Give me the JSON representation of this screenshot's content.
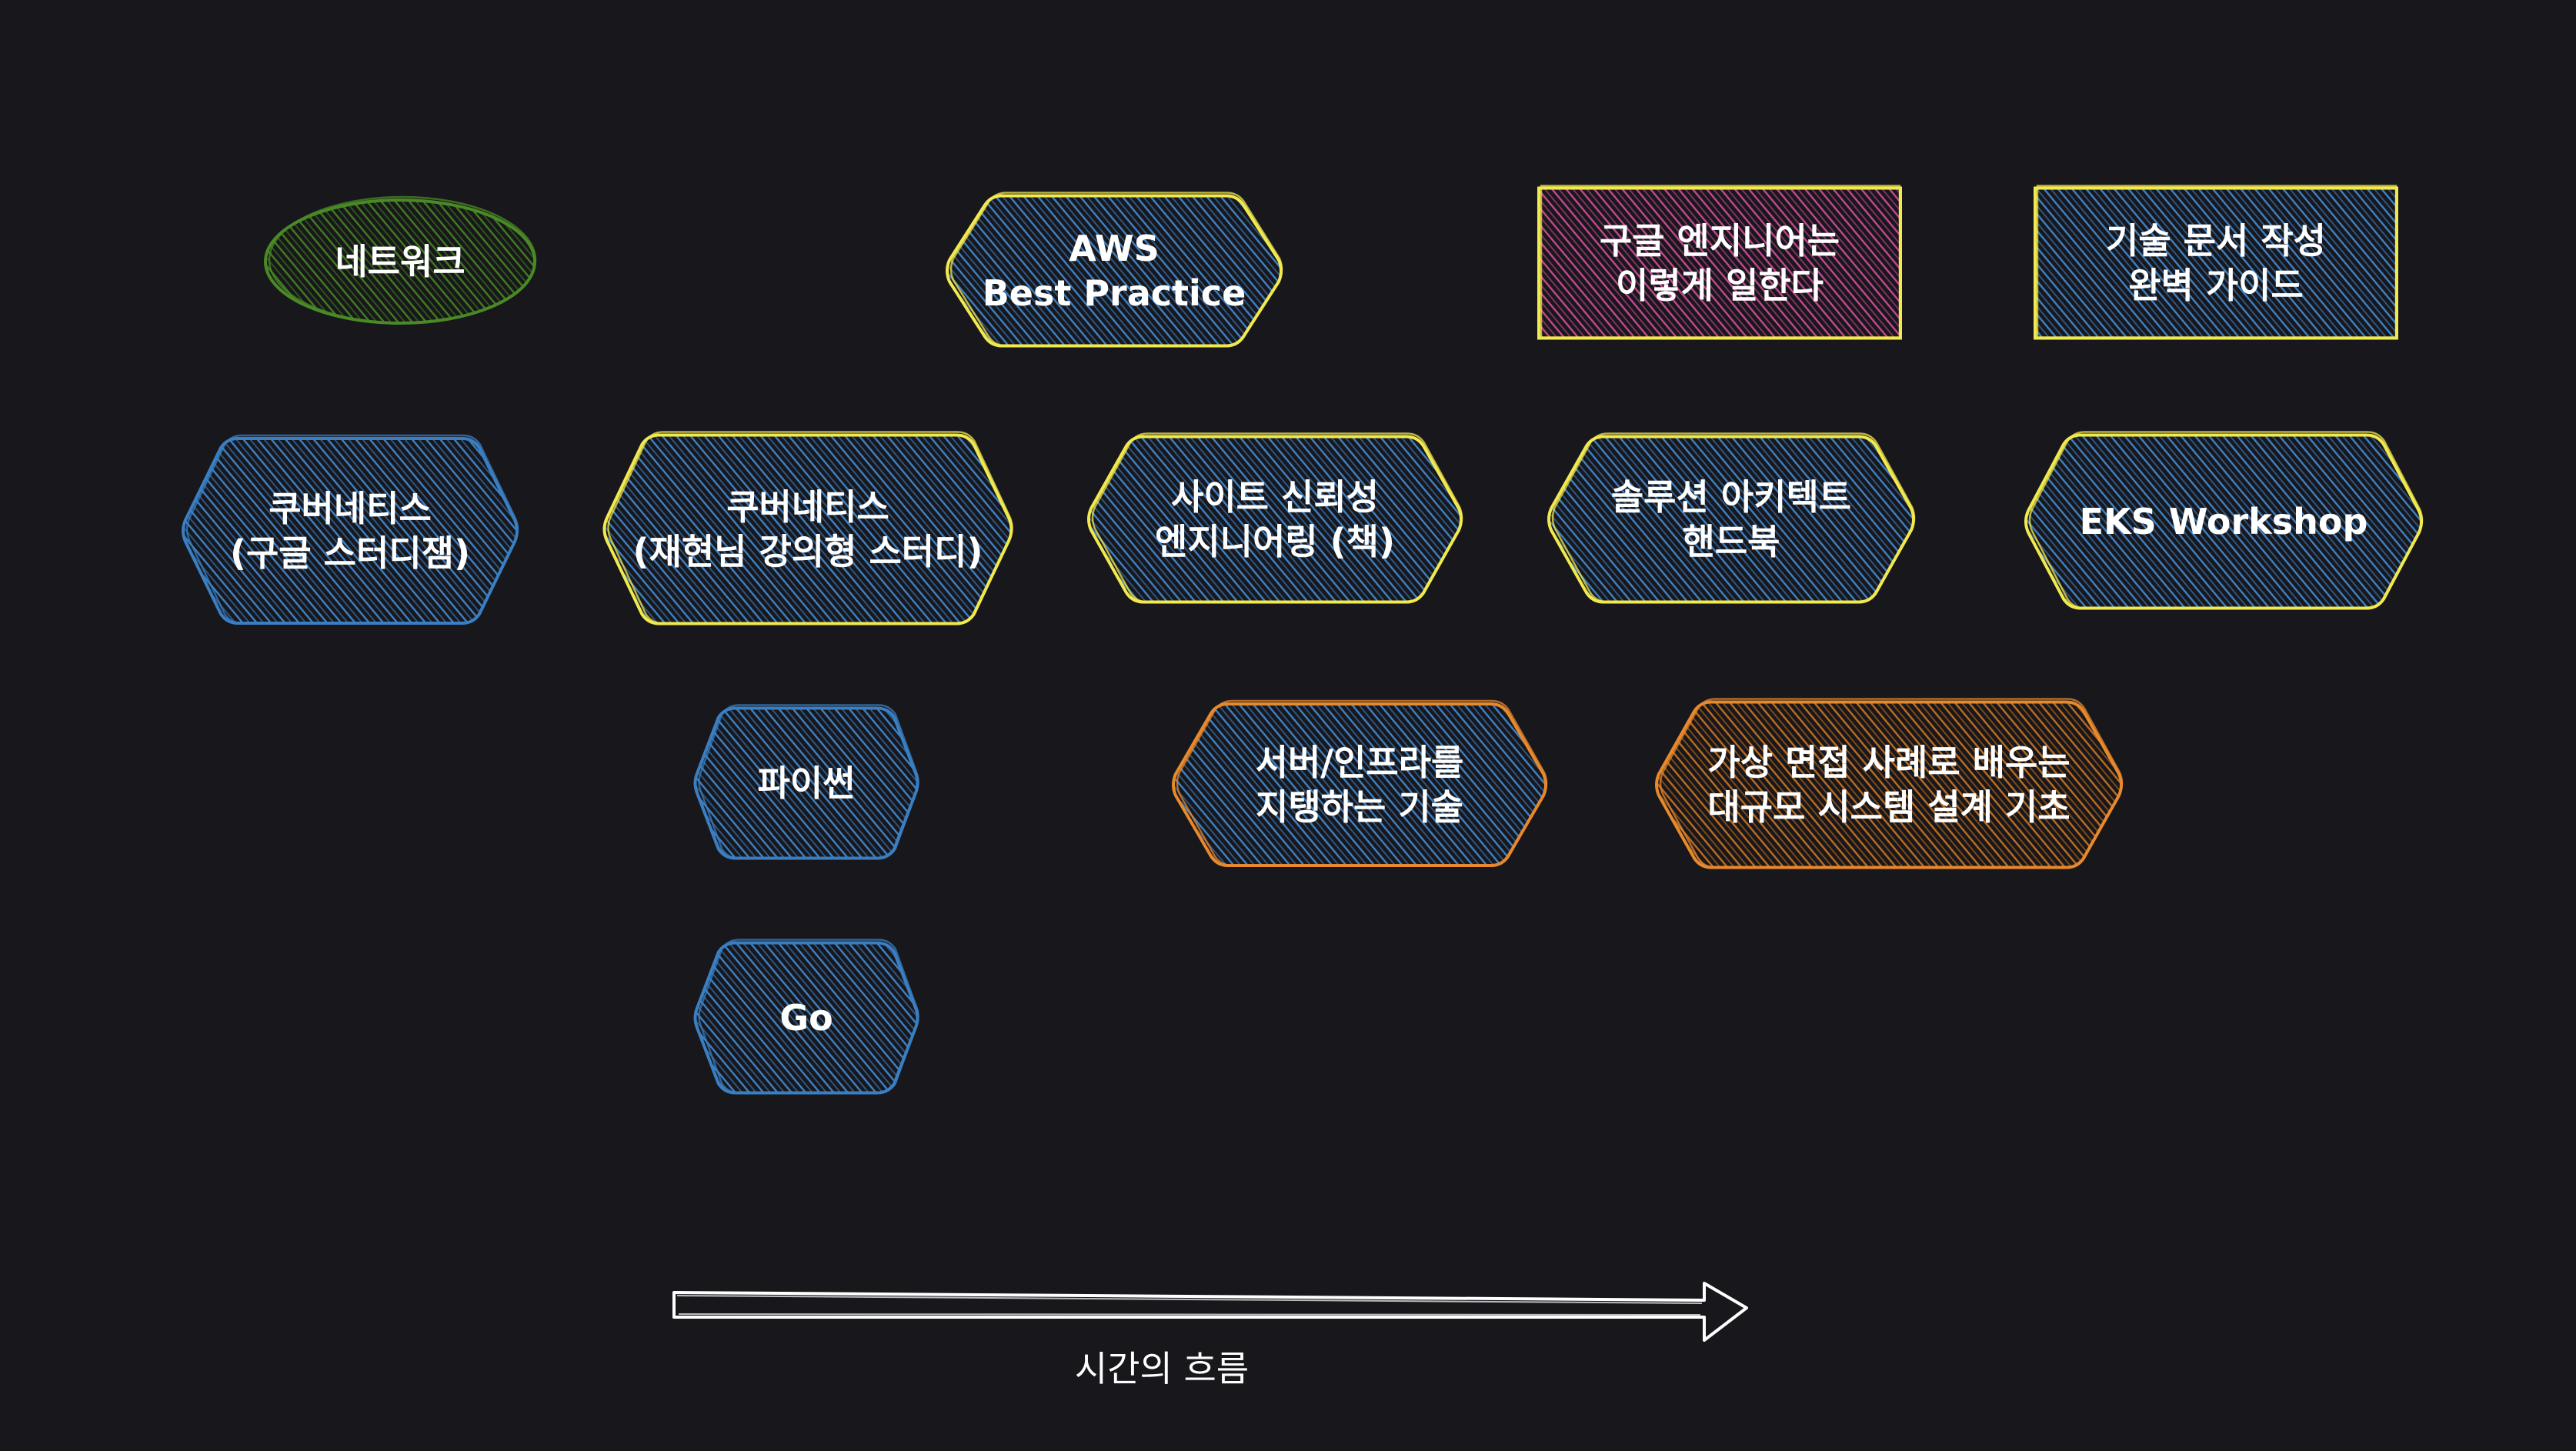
{
  "colors": {
    "background": "#18171c",
    "fill_blue": "#3a7fc2",
    "fill_pink": "#c0458f",
    "fill_green": "#3f7a1f",
    "fill_orange": "#b86a1e",
    "stroke_blue": "#3a7fc2",
    "stroke_yellow": "#f2e94e",
    "stroke_orange": "#e8892c",
    "stroke_green": "#4a8a25",
    "text": "#ffffff",
    "arrow": "#ffffff"
  },
  "nodes": [
    {
      "id": "network",
      "shape": "ellipse",
      "fill": "green",
      "stroke": "green",
      "lines": [
        "네트워크"
      ]
    },
    {
      "id": "aws-best-practice",
      "shape": "hexagon",
      "fill": "blue",
      "stroke": "yellow",
      "lines": [
        "AWS",
        "Best Practice"
      ]
    },
    {
      "id": "google-engineering",
      "shape": "rect",
      "fill": "pink",
      "stroke": "yellow",
      "lines": [
        "구글 엔지니어는",
        "이렇게 일한다"
      ]
    },
    {
      "id": "tech-writing-guide",
      "shape": "rect",
      "fill": "blue",
      "stroke": "yellow",
      "lines": [
        "기술 문서 작성",
        "완벽 가이드"
      ]
    },
    {
      "id": "k8s-google-study",
      "shape": "hexagon",
      "fill": "blue",
      "stroke": "blue",
      "lines": [
        "쿠버네티스",
        "(구글 스터디잼)"
      ]
    },
    {
      "id": "k8s-lecture-study",
      "shape": "hexagon",
      "fill": "blue",
      "stroke": "yellow",
      "lines": [
        "쿠버네티스",
        "(재현님 강의형 스터디)"
      ]
    },
    {
      "id": "sre-book",
      "shape": "hexagon",
      "fill": "blue",
      "stroke": "yellow",
      "lines": [
        "사이트 신뢰성",
        "엔지니어링 (책)"
      ]
    },
    {
      "id": "sa-handbook",
      "shape": "hexagon",
      "fill": "blue",
      "stroke": "yellow",
      "lines": [
        "솔루션 아키텍트",
        "핸드북"
      ]
    },
    {
      "id": "eks-workshop",
      "shape": "hexagon",
      "fill": "blue",
      "stroke": "yellow",
      "lines": [
        "EKS Workshop"
      ]
    },
    {
      "id": "python",
      "shape": "hexagon",
      "fill": "blue",
      "stroke": "blue",
      "lines": [
        "파이썬"
      ]
    },
    {
      "id": "server-infra",
      "shape": "hexagon",
      "fill": "blue",
      "stroke": "orange",
      "lines": [
        "서버/인프라를",
        "지탱하는 기술"
      ]
    },
    {
      "id": "system-design",
      "shape": "hexagon",
      "fill": "orange",
      "stroke": "orange",
      "lines": [
        "가상 면접 사례로 배우는",
        "대규모 시스템 설계 기초"
      ]
    },
    {
      "id": "go",
      "shape": "hexagon",
      "fill": "blue",
      "stroke": "blue",
      "lines": [
        "Go"
      ]
    }
  ],
  "axis": {
    "label": "시간의 흐름",
    "direction": "right"
  }
}
